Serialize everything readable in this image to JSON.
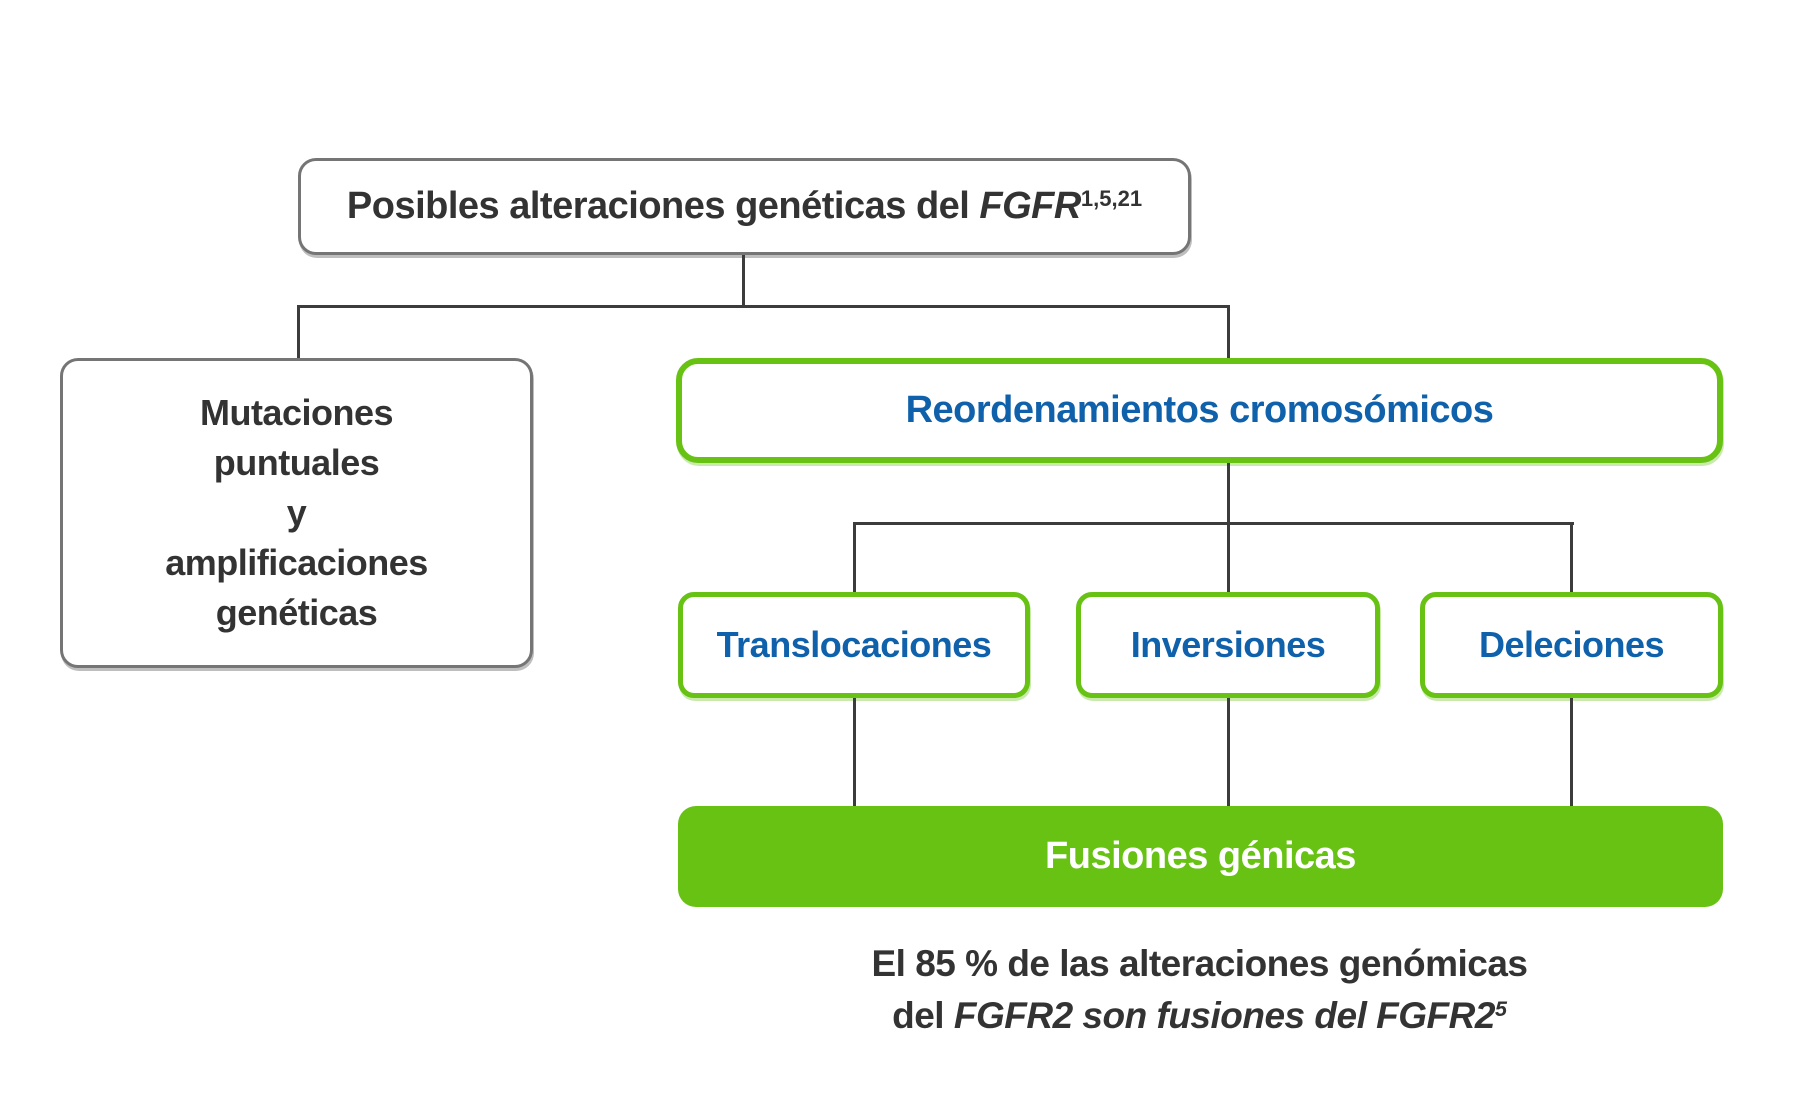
{
  "diagram": {
    "root": {
      "label_main": "Posibles alteraciones genéticas del ",
      "gene": "FGFR",
      "superscript": "1,5,21"
    },
    "mutations_box": {
      "line1": "Mutaciones",
      "line2": "puntuales",
      "line3": "y",
      "line4": "amplificaciones",
      "line5": "genéticas"
    },
    "rearrangements_box": {
      "label": "Reordenamientos cromosómicos"
    },
    "children": {
      "translocations": "Translocaciones",
      "inversions": "Inversiones",
      "deletions": "Deleciones"
    },
    "fusion_bar": {
      "label": "Fusiones génicas"
    },
    "caption": {
      "line1": "El 85 % de las alteraciones genómicas",
      "line2_prefix": "del ",
      "line2_italic": "FGFR2 son fusiones del FGFR2",
      "line2_superscript": "5"
    }
  },
  "colors": {
    "green": "#67C213",
    "blue": "#0E61AA",
    "dark": "#333333",
    "gray-border": "#757575",
    "line": "#3C3C3C",
    "white": "#FFFFFF"
  }
}
